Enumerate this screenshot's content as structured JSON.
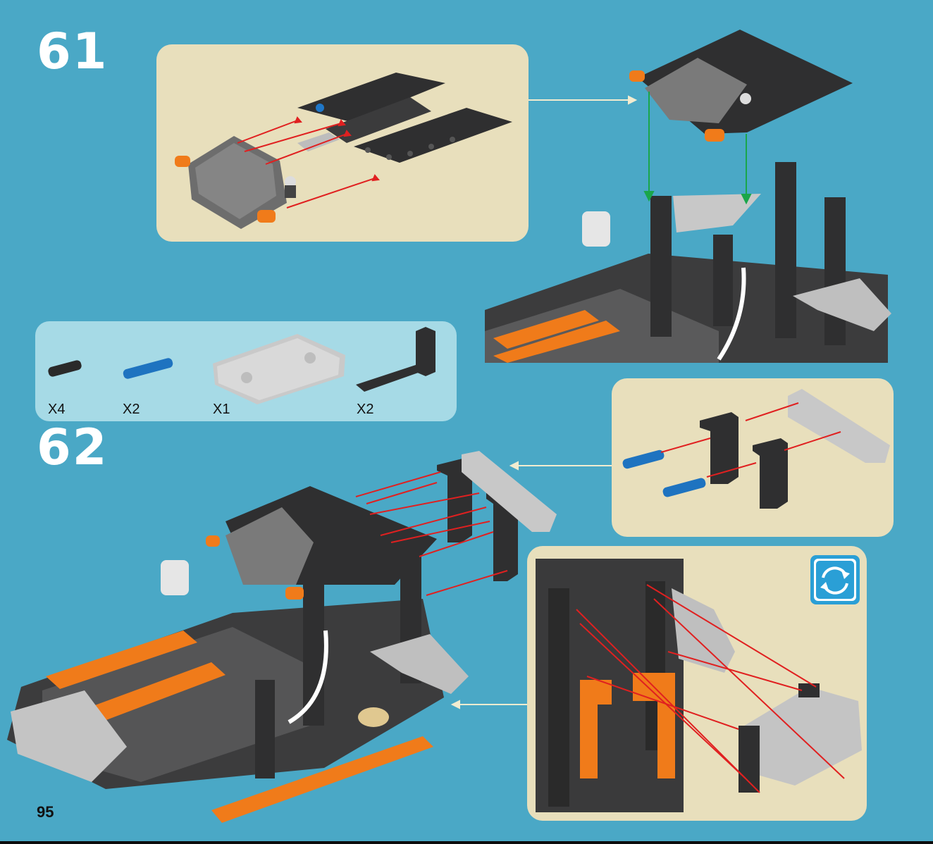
{
  "page_number": "95",
  "steps": [
    {
      "number": "61"
    },
    {
      "number": "62"
    }
  ],
  "parts_list": [
    {
      "qty": "X4",
      "part_icon": "black-friction-pin"
    },
    {
      "qty": "X2",
      "part_icon": "blue-axle-pin"
    },
    {
      "qty": "X1",
      "part_icon": "gray-panel"
    },
    {
      "qty": "X2",
      "part_icon": "black-l-beam"
    }
  ],
  "colors": {
    "background": "#4aa8c6",
    "sub_panel": "#e8dfbc",
    "parts_panel": "#a6dae6",
    "assembly_arrow": "#e02020",
    "placement_arrow": "#1aa64a",
    "flow_arrow": "#f2ecd0",
    "rotate_icon": "#2a9fd6"
  },
  "rotate_icon": "rotate-model-icon"
}
